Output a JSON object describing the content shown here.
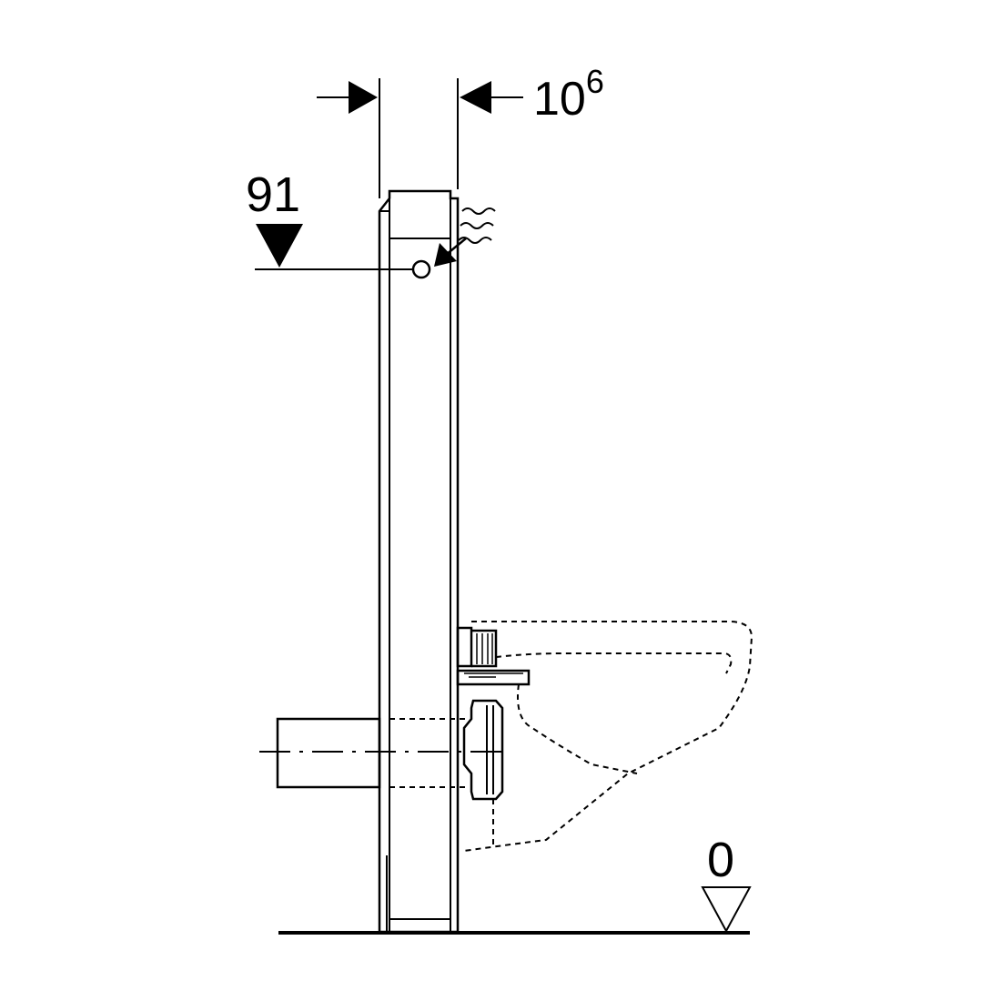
{
  "dimensions": {
    "width_label_main": "10",
    "width_label_superscript": "6",
    "connection_height_label": "91",
    "floor_level_label": "0"
  },
  "colors": {
    "line": "#000000",
    "background": "#ffffff"
  }
}
